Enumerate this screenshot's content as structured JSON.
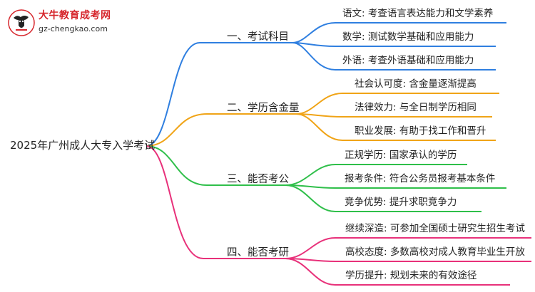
{
  "logo": {
    "name_cn": "大牛教育成考网",
    "url": "gz-chengkao.com"
  },
  "root": "2025年广州成人大专入学考试",
  "branches": [
    {
      "label": "一、考试科目",
      "color": "#2f7fe0",
      "leaves": [
        "语文: 考查语言表达能力和文学素养",
        "数学: 测试数学基础和应用能力",
        "外语: 考查外语基础和应用能力"
      ]
    },
    {
      "label": "二、学历含金量",
      "color": "#f0a417",
      "leaves": [
        "社会认可度: 含金量逐渐提高",
        "法律效力: 与全日制学历相同",
        "职业发展: 有助于找工作和晋升"
      ]
    },
    {
      "label": "三、能否考公",
      "color": "#2fbf4a",
      "leaves": [
        "正规学历: 国家承认的学历",
        "报考条件: 符合公务员报考基本条件",
        "竞争优势: 提升求职竞争力"
      ]
    },
    {
      "label": "四、能否考研",
      "color": "#e8317a",
      "leaves": [
        "继续深造: 可参加全国硕士研究生招生考试",
        "高校态度: 多数高校对成人教育毕业生开放",
        "学历提升: 规划未来的有效途径"
      ]
    }
  ]
}
